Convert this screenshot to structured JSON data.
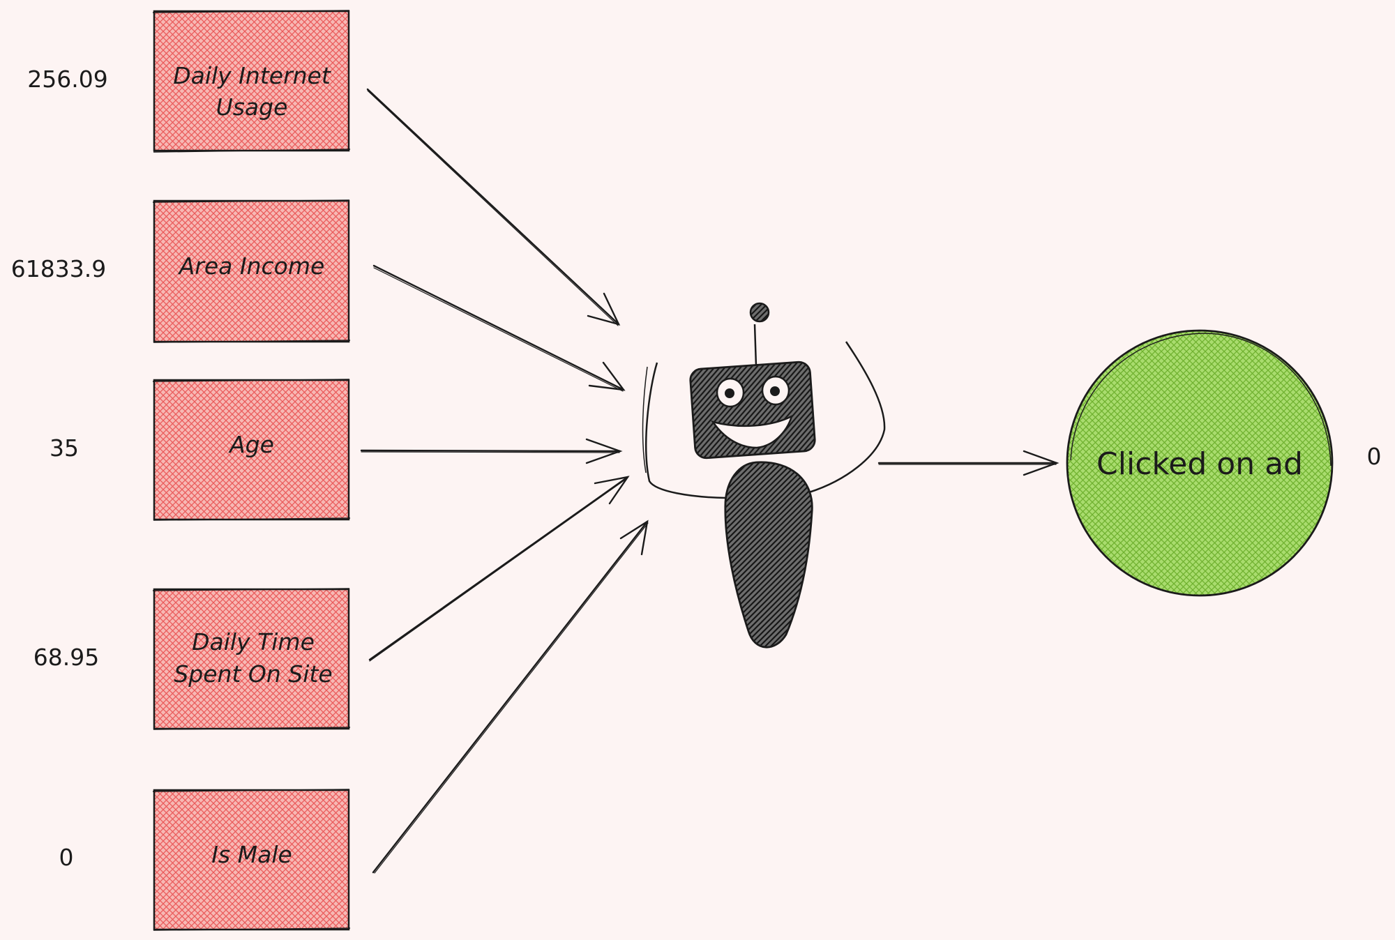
{
  "features": [
    {
      "label": [
        "Daily Internet",
        "Usage"
      ],
      "value": "256.09"
    },
    {
      "label": [
        "Area Income"
      ],
      "value": "61833.9"
    },
    {
      "label": [
        "Age"
      ],
      "value": "35"
    },
    {
      "label": [
        "Daily Time",
        "Spent On Site"
      ],
      "value": "68.95"
    },
    {
      "label": [
        "Is Male"
      ],
      "value": "0"
    }
  ],
  "output": {
    "label": "Clicked on ad",
    "value": "0"
  },
  "colors": {
    "background": "#fdf4f3",
    "feature_fill": "#f08a8a",
    "output_fill": "#8fd14f",
    "stroke": "#1b1b1b",
    "robot_fill": "#2b2b2b"
  },
  "icons": {
    "model": "robot-icon"
  }
}
